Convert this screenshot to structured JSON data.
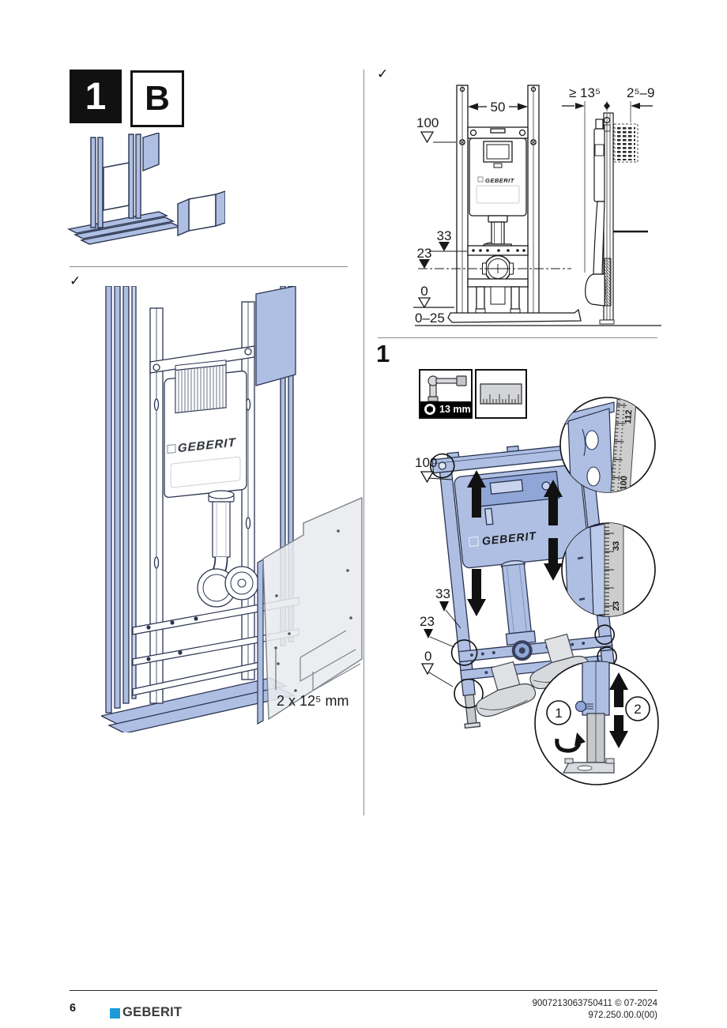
{
  "colors": {
    "frame_blue": "#aebfe3",
    "frame_blue_dark": "#8fa6d6",
    "outline_navy": "#2b3450",
    "line_black": "#1a1a1a",
    "tape_gray": "#cdcdcd",
    "panel_gray": "#e9ebee",
    "brand_blue": "#1e9bd7",
    "brand_text": "#3b3b3b"
  },
  "brand": "GEBERIT",
  "header": {
    "step_badge": "1",
    "variant_badge": "B"
  },
  "left_column": {
    "checkmark": "✓",
    "panel_label": "2 x 12⁵ mm"
  },
  "right_top": {
    "checkmark": "✓",
    "dim_width": "50",
    "dim_100": "100",
    "dim_33": "33",
    "dim_23": "23",
    "dim_0": "0",
    "dim_floor_range": "0–25",
    "dim_depth_min": "≥ 13⁵",
    "dim_depth_range": "2⁵–9"
  },
  "step1": {
    "number": "1",
    "tool_wrench": "13 mm",
    "dim_100": "100",
    "dim_33": "33",
    "dim_23": "23",
    "dim_0": "0",
    "tape_112": "112",
    "tape_100": "100",
    "tape_33": "33",
    "tape_23": "23",
    "action_1": "1",
    "action_2": "2"
  },
  "footer": {
    "page_number": "6",
    "doc_id": "9007213063750411 © 07-2024",
    "doc_code": "972.250.00.0(00)"
  }
}
